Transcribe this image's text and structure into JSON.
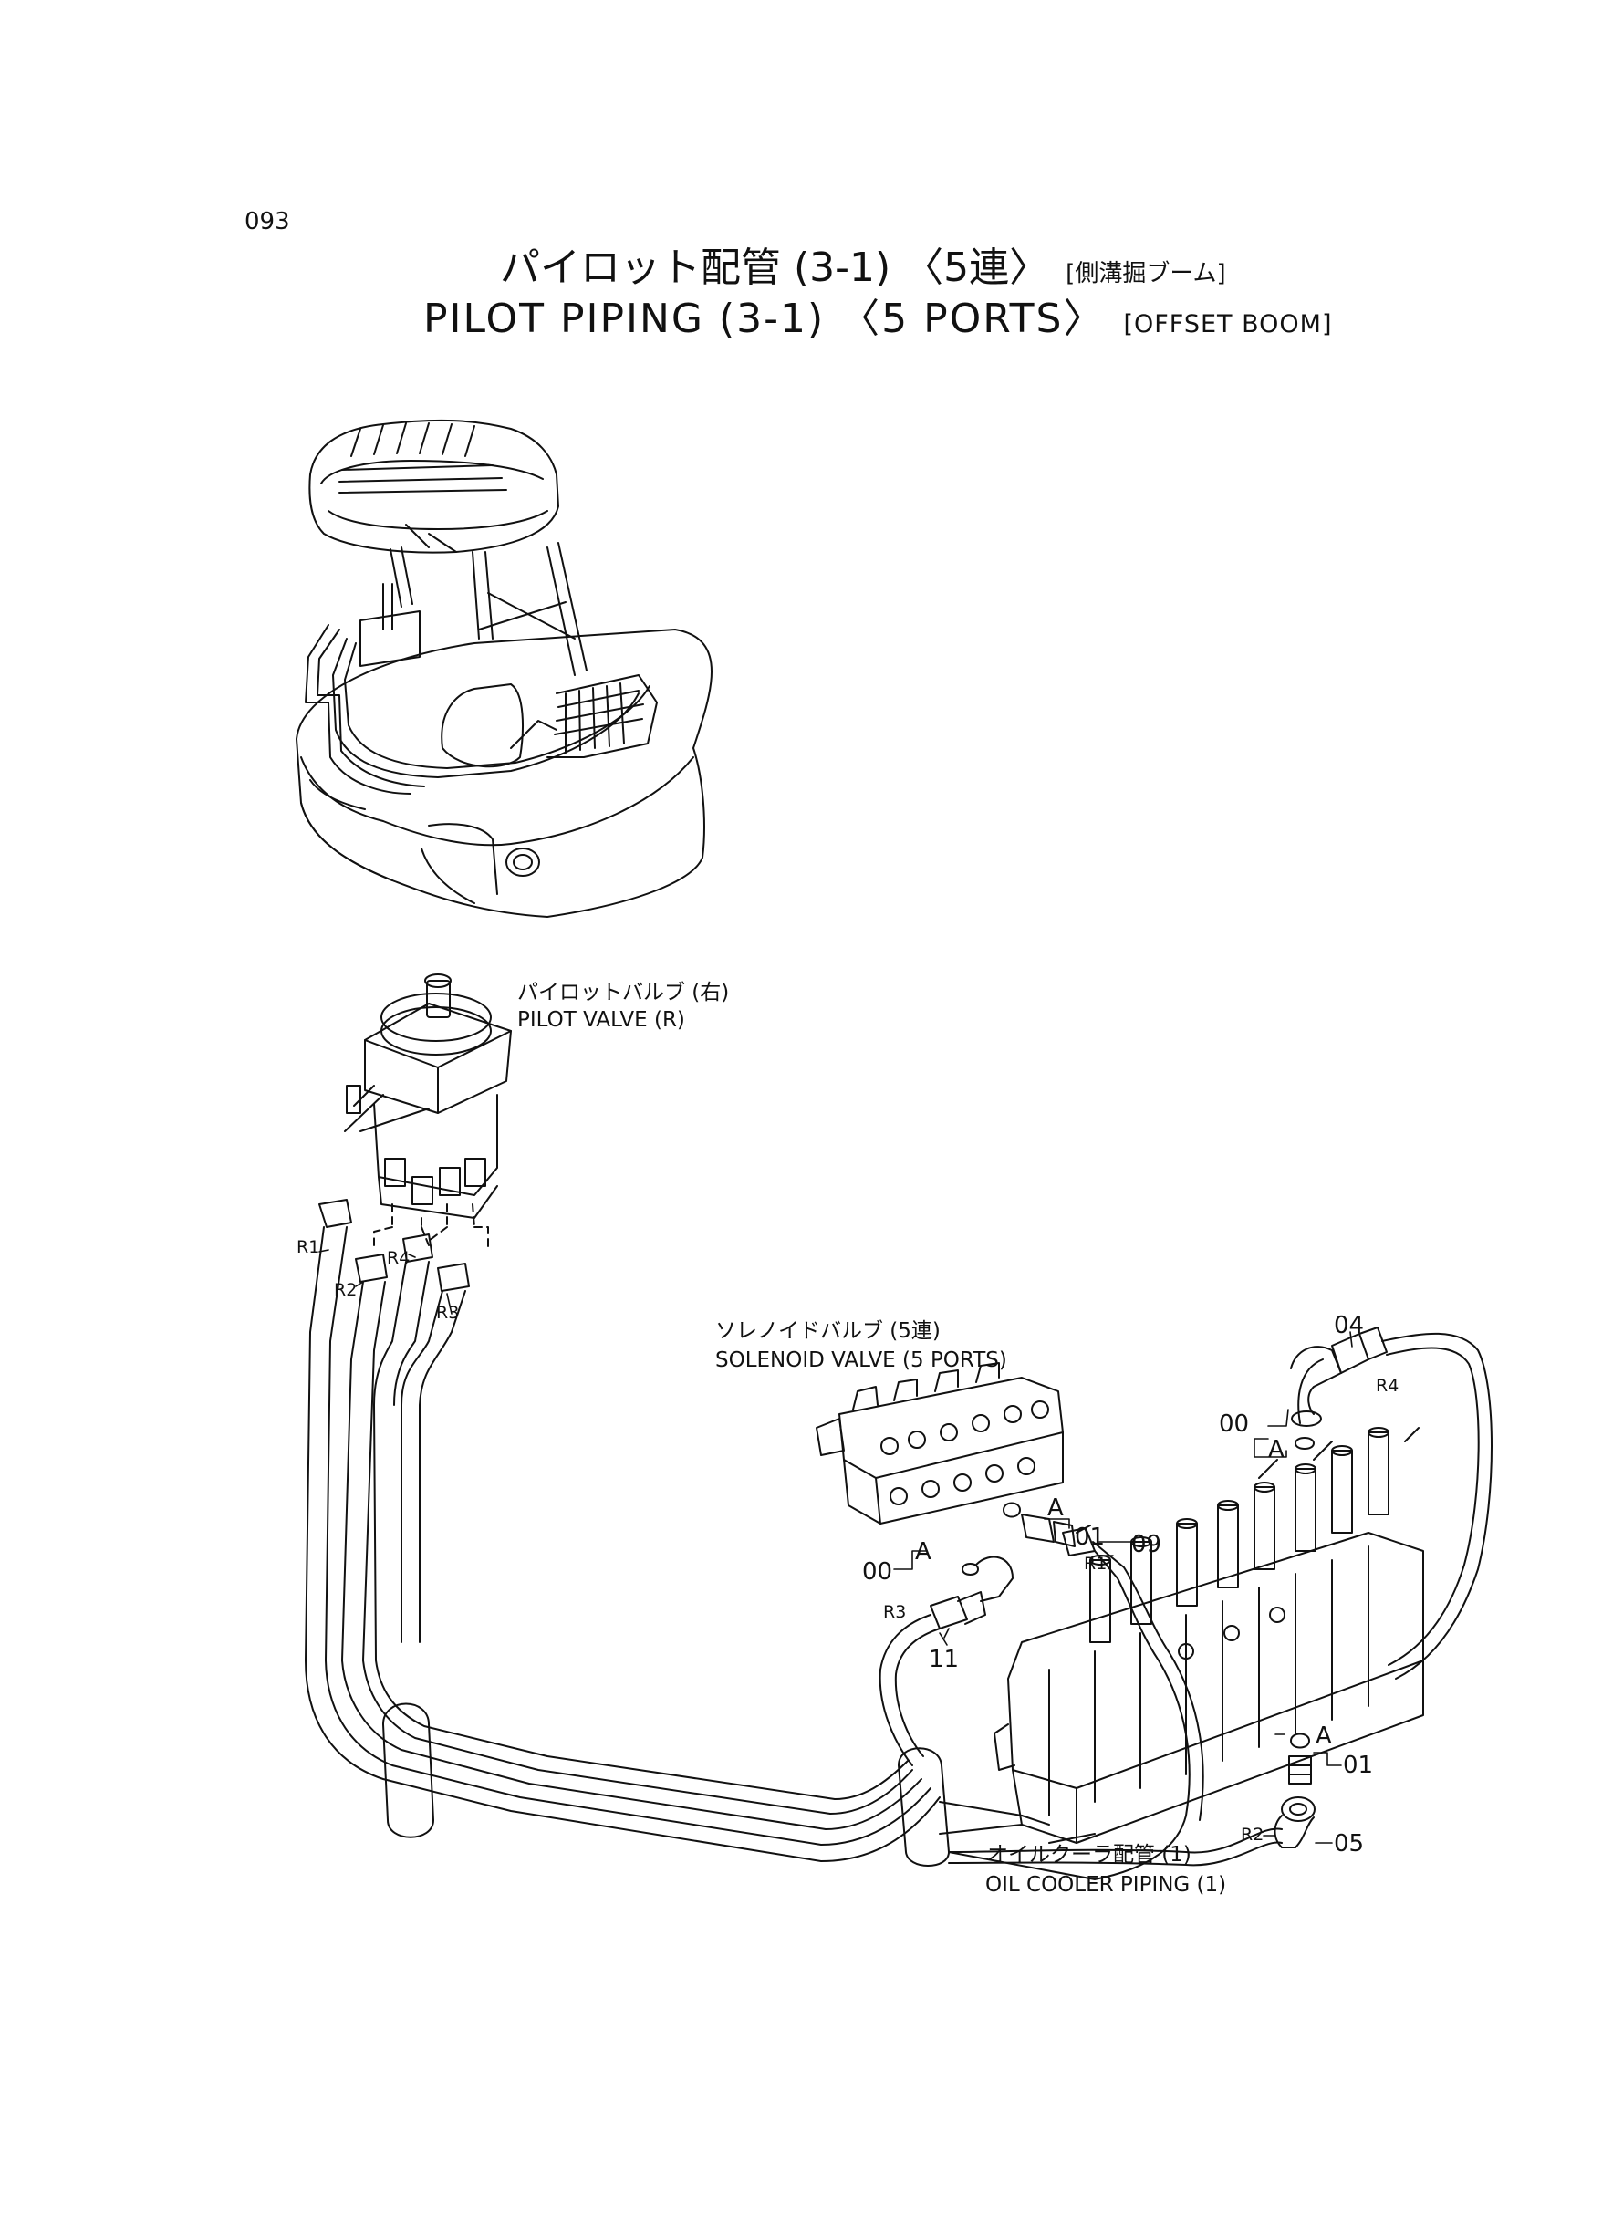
{
  "page_number": "093",
  "title": {
    "japanese": "パイロット配管 (3-1) 〈5連〉",
    "japanese_sub": "[側溝掘ブーム]",
    "english": "PILOT PIPING (3-1) 〈5 PORTS〉",
    "english_sub": "[OFFSET BOOM]"
  },
  "components": {
    "pilot_valve": {
      "jp": "パイロットバルブ (右)",
      "en": "PILOT VALVE (R)"
    },
    "solenoid_valve": {
      "jp": "ソレノイドバルブ (5連)",
      "en": "SOLENOID VALVE (5 PORTS)"
    },
    "oil_cooler": {
      "jp": "オイルクーラ配管 (1)",
      "en": "OIL COOLER PIPING (1)"
    }
  },
  "hose_tags": [
    "R1",
    "R2",
    "R4",
    "R3"
  ],
  "part_callouts": {
    "p04": "04",
    "p00_upper": "00",
    "pA_upper": "A",
    "p01_upper": "01",
    "pA_mid": "A",
    "p09": "09",
    "pR1": "R1",
    "pR4": "R4",
    "p00_lower": "00",
    "pA_lower": "A",
    "pR3": "R3",
    "p11": "11",
    "pA_right": "A",
    "p01_right": "01",
    "pR2": "R2",
    "p05": "05"
  }
}
